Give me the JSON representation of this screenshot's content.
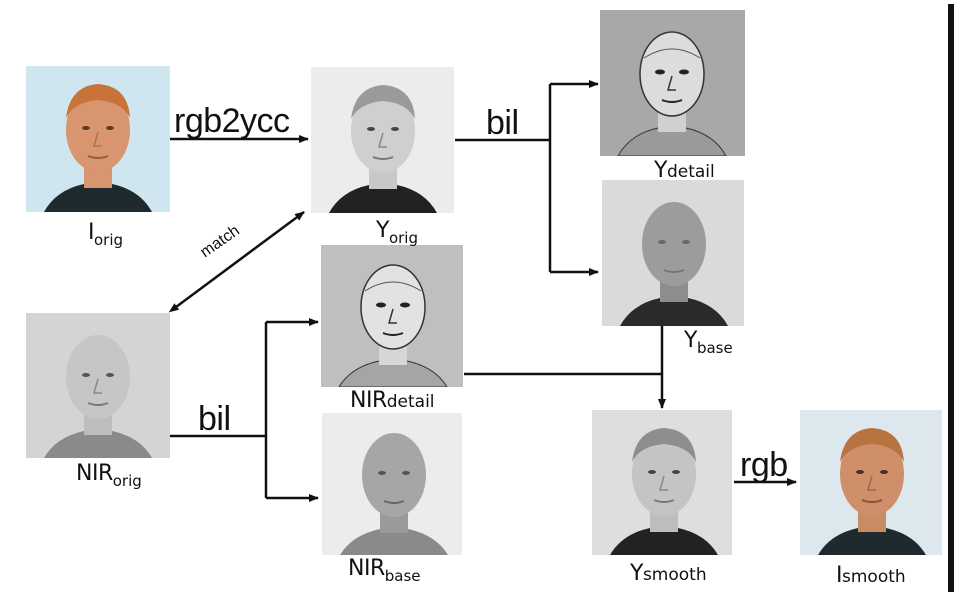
{
  "nodes": {
    "i_orig": {
      "main": "I",
      "sub": "orig"
    },
    "y_orig": {
      "main": "Y",
      "sub": "orig"
    },
    "y_detail": {
      "main": "Y",
      "sub": "detail"
    },
    "y_base": {
      "main": "Y",
      "sub": "base"
    },
    "nir_orig": {
      "main": "NIR",
      "sub": "orig"
    },
    "nir_detail": {
      "main": "NIR",
      "sub": "detail"
    },
    "nir_base": {
      "main": "NIR",
      "sub": "base"
    },
    "y_smooth": {
      "main": "Y",
      "sub": "smooth"
    },
    "i_smooth": {
      "main": "I",
      "sub": "smooth"
    }
  },
  "edges": {
    "rgb2ycc": "rgb2ycc",
    "bil_top": "bil",
    "match": "match",
    "bil_bottom": "bil",
    "rgb": "rgb"
  },
  "colors": {
    "skin_color": "#d9956f",
    "hair_color": "#c8733a",
    "sky_blue": "#cfe6f0",
    "shirt_dark": "#1f2a2e"
  }
}
